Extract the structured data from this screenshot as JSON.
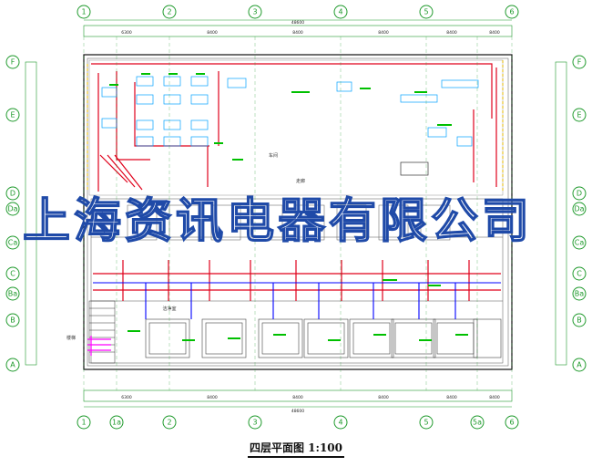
{
  "title": "四层平面图 1:100",
  "watermark": "上海资讯电器有限公司",
  "axes": {
    "columns": [
      "1",
      "1a",
      "2",
      "3",
      "4",
      "5",
      "5a",
      "6"
    ],
    "rows": [
      "F",
      "E",
      "D",
      "Da",
      "Ca",
      "C",
      "Ba",
      "B",
      "A"
    ]
  },
  "dimensions": {
    "top_total": "48600",
    "top_segments": [
      "6300",
      "8400",
      "8400",
      "8400",
      "8400",
      "8400"
    ],
    "bottom_total": "48600",
    "bottom_segments": [
      "6300",
      "8400",
      "8400",
      "8400",
      "8400",
      "8400"
    ]
  },
  "labels": {
    "corridor_top": "走廊",
    "office_hall": "车间",
    "stair": "楼梯",
    "cleanroom": "洁净室"
  },
  "colors": {
    "structure": "#1f9a2c",
    "power": "#e0001b",
    "signal": "#00a0ff",
    "lighting": "#00c000",
    "hvac": "#0000ff",
    "special": "#ff00ff",
    "watermark_stroke": "#1f4aa8"
  }
}
